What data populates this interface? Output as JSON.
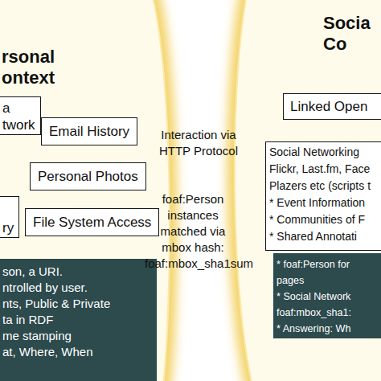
{
  "diagram": {
    "nodes": [
      {
        "text": [
          "rsonal ontext"
        ]
      },
      {
        "text": [
          "a twork"
        ],
        "in": 0
      },
      {
        "text": [
          "Email History"
        ],
        "in": 0
      },
      {
        "text": [
          "Personal Photos"
        ],
        "in": 0
      },
      {
        "text": [
          "ry"
        ],
        "in": 0
      },
      {
        "text": [
          "File System Access"
        ],
        "in": 0
      },
      {
        "text": [
          "son, a URI.",
          "ntrolled by user.",
          "nts, Public & Private",
          "ta in RDF",
          "me stamping",
          "at, Where, When"
        ],
        "in": 0
      },
      {
        "text": [
          "Socia Co"
        ]
      },
      {
        "text": [
          "Linked Open"
        ],
        "in": 7
      },
      {
        "text": [
          "Social Networking",
          "Flickr, Last.fm, Face",
          "Plazers etc (scripts t",
          "* Event Information",
          "* Communities of F",
          "* Shared Annotati"
        ],
        "in": 7
      },
      {
        "text": [
          "* foaf:Person for",
          "pages",
          "* Social Network",
          "foaf:mbox_sha1:",
          "* Answering: Wh"
        ],
        "in": 7
      }
    ],
    "labels": [
      "Interaction via HTTP Protocol",
      "foaf:Person instances matched via mbox hash: foaf:mbox_sha1sum"
    ]
  }
}
